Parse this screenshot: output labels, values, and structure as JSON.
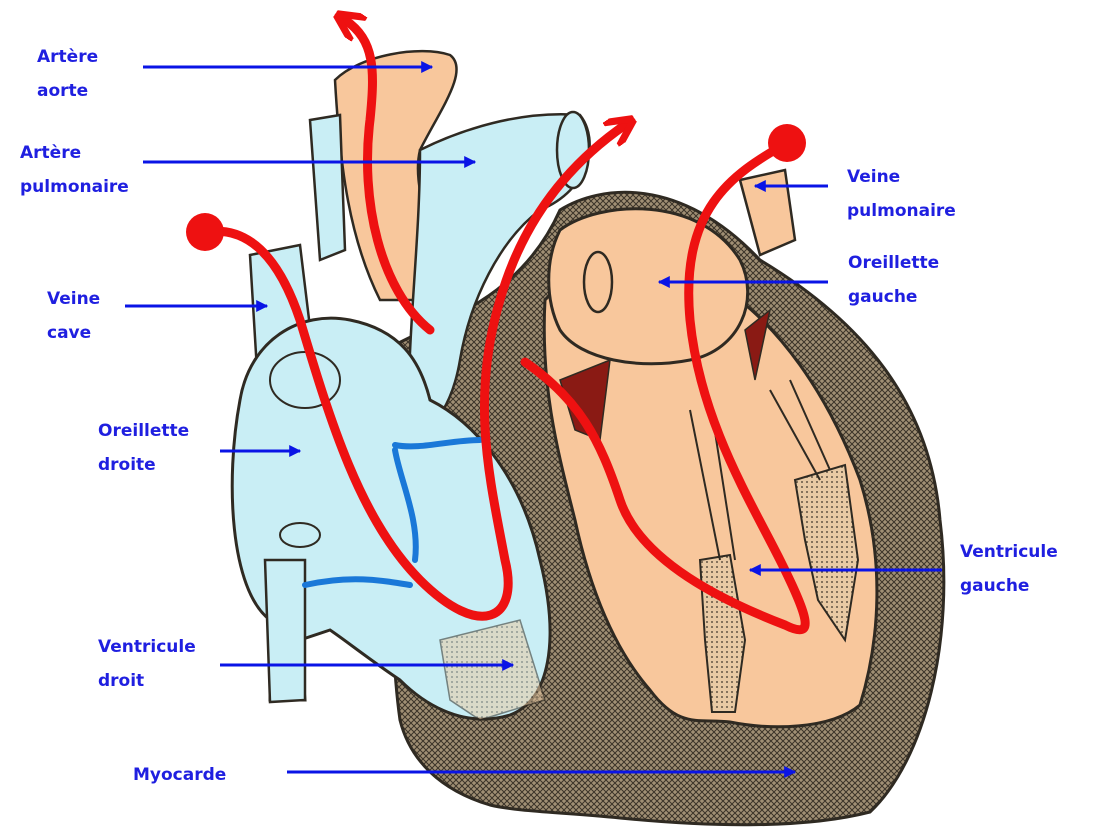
{
  "colors": {
    "label": "#1f1fe0",
    "arrow": "#0a14e6",
    "flow": "#ee1111",
    "right_heart": "#c9eef5",
    "left_heart": "#f8c79c",
    "myocardium": "#8e7d63",
    "outline": "#2f2a22",
    "valve": "#8a1a14",
    "vessel_blue": "#1a78d8"
  },
  "labels": {
    "artere_aorte": [
      "Artère",
      "aorte"
    ],
    "artere_pulmonaire": [
      "Artère",
      "pulmonaire"
    ],
    "veine_cave": [
      "Veine",
      "cave"
    ],
    "oreillette_droite": [
      "Oreillette",
      "droite"
    ],
    "ventricule_droit": [
      "Ventricule",
      "droit"
    ],
    "myocarde": [
      "Myocarde"
    ],
    "veine_pulmonaire": [
      "Veine",
      "pulmonaire"
    ],
    "oreillette_gauche": [
      "Oreillette",
      "gauche"
    ],
    "ventricule_gauche": [
      "Ventricule",
      "gauche"
    ]
  }
}
